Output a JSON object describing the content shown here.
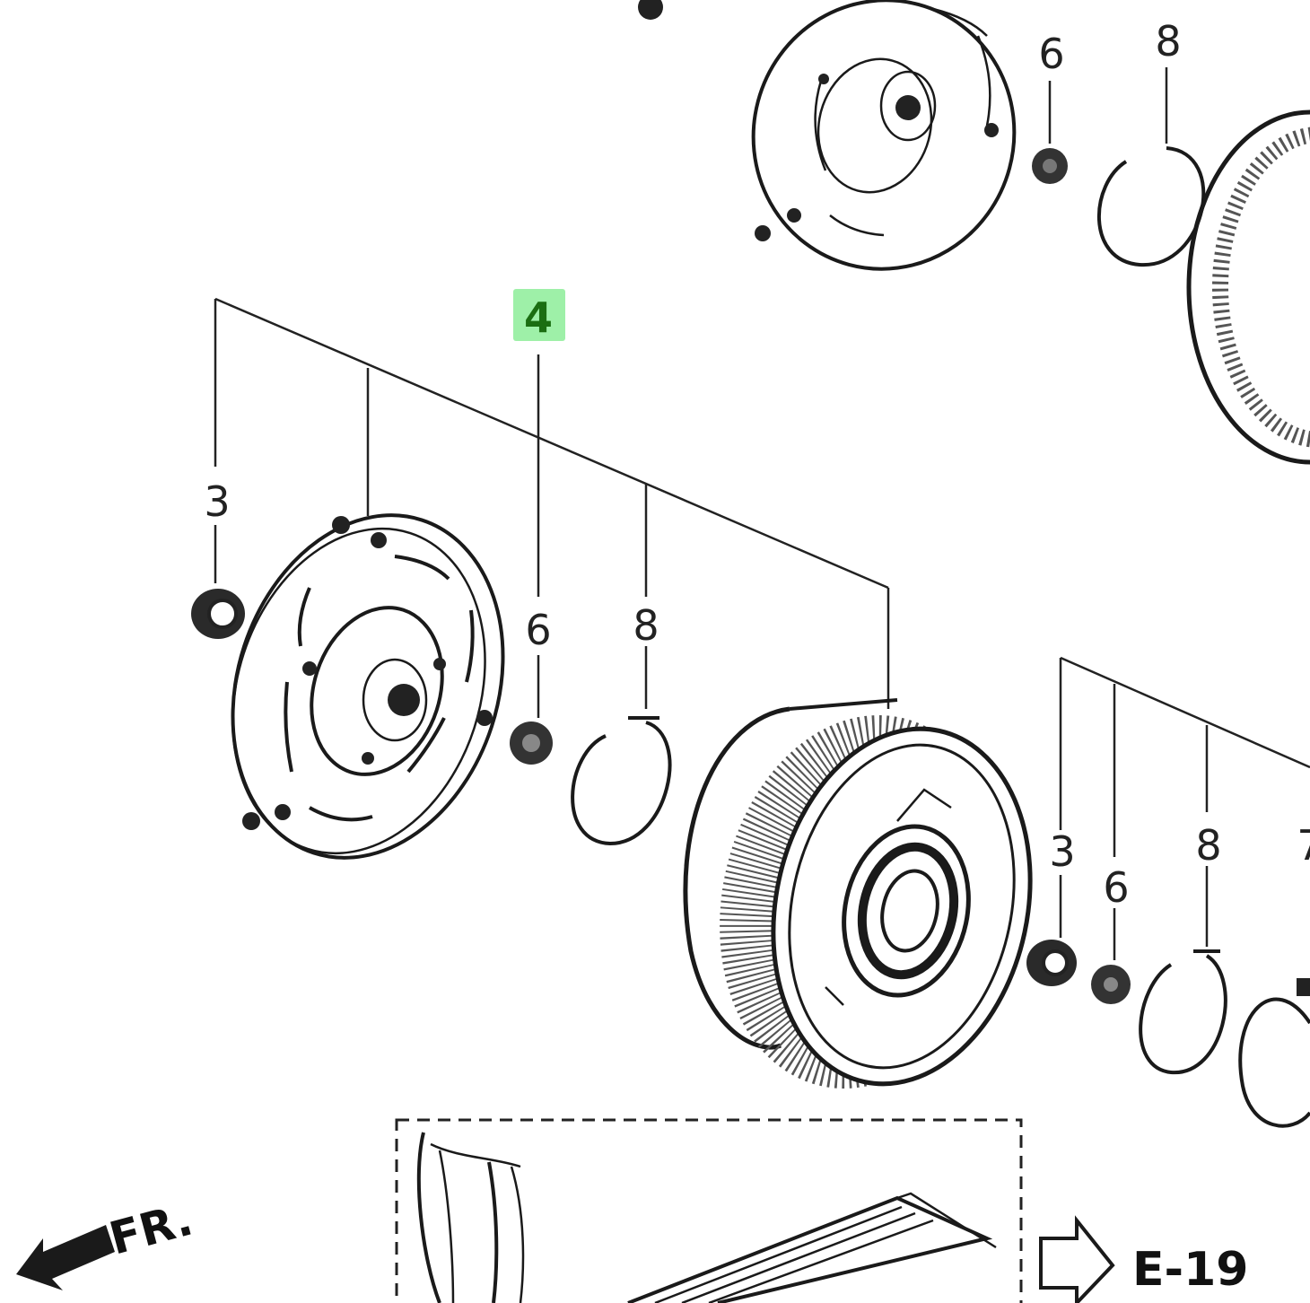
{
  "colors": {
    "ink": "#1a1a1a",
    "highlight_bg": "#9ef0a8",
    "highlight_text": "#1b6e12"
  },
  "callouts": {
    "top_group": {
      "nut": "6",
      "ring": "8"
    },
    "main_group": {
      "highlighted_part": "4",
      "plate_nut": "3",
      "nut": "6",
      "ring": "8"
    },
    "right_group": {
      "plate_nut": "3",
      "nut": "6",
      "ring": "8",
      "clipped": "7"
    }
  },
  "front_marker": {
    "label": "FR."
  },
  "reference": {
    "label": "E-19"
  }
}
